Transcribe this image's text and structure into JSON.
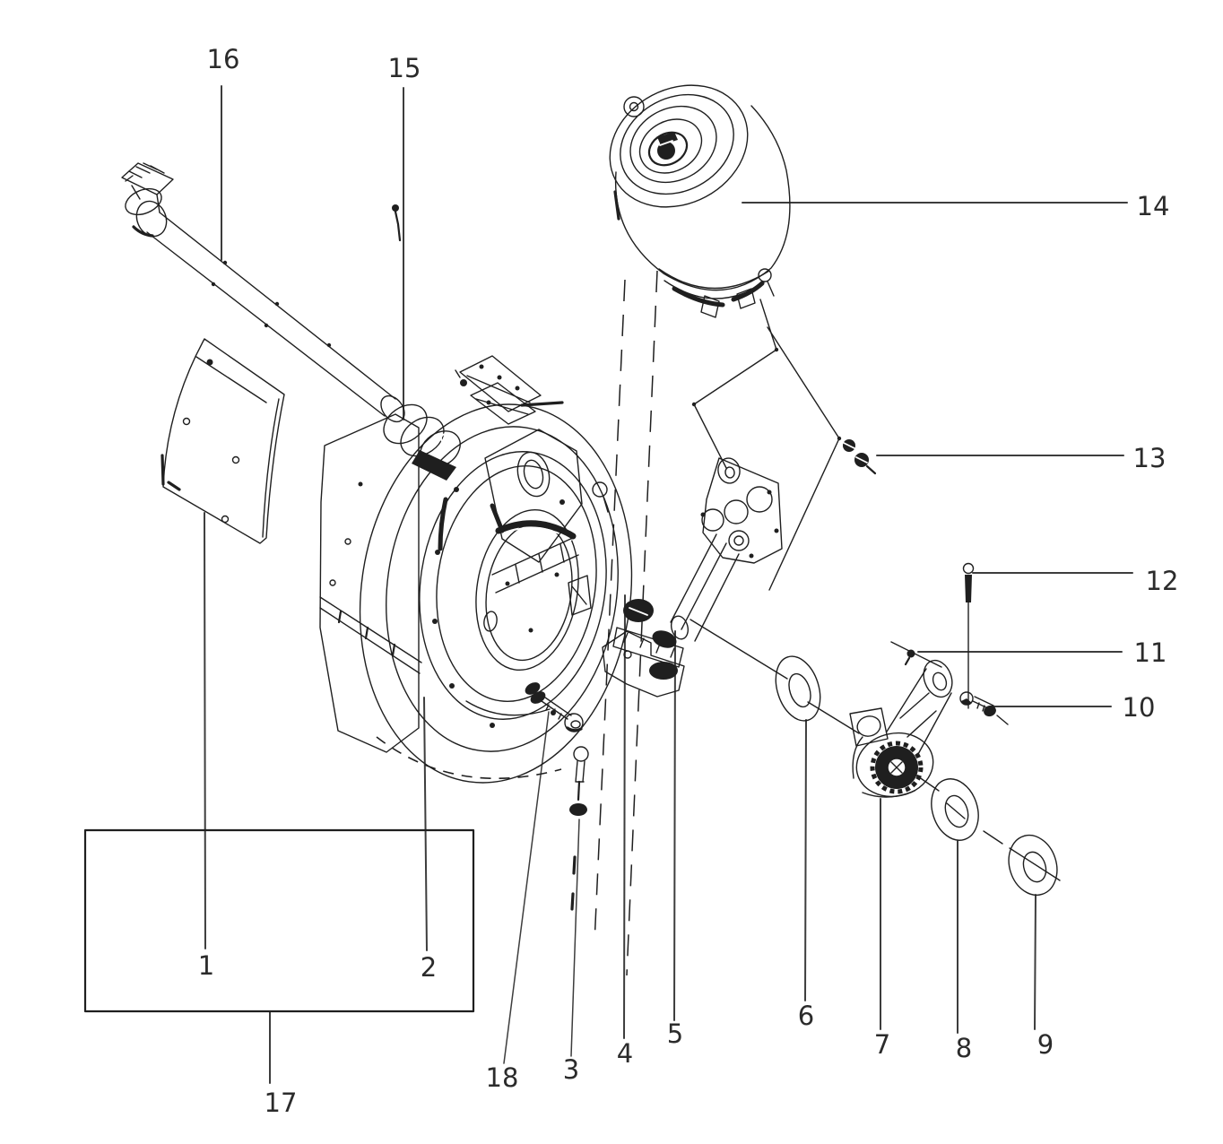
{
  "colors": {
    "background": "#ffffff",
    "line": "#1f1f1f",
    "leader": "#3d3d3d",
    "text": "#2b2b2b"
  },
  "callouts": {
    "n1": "1",
    "n2": "2",
    "n3": "3",
    "n4": "4",
    "n5": "5",
    "n6": "6",
    "n7": "7",
    "n8": "8",
    "n9": "9",
    "n10": "10",
    "n11": "11",
    "n12": "12",
    "n13": "13",
    "n14": "14",
    "n15": "15",
    "n16": "16",
    "n17": "17",
    "n18": "18"
  }
}
